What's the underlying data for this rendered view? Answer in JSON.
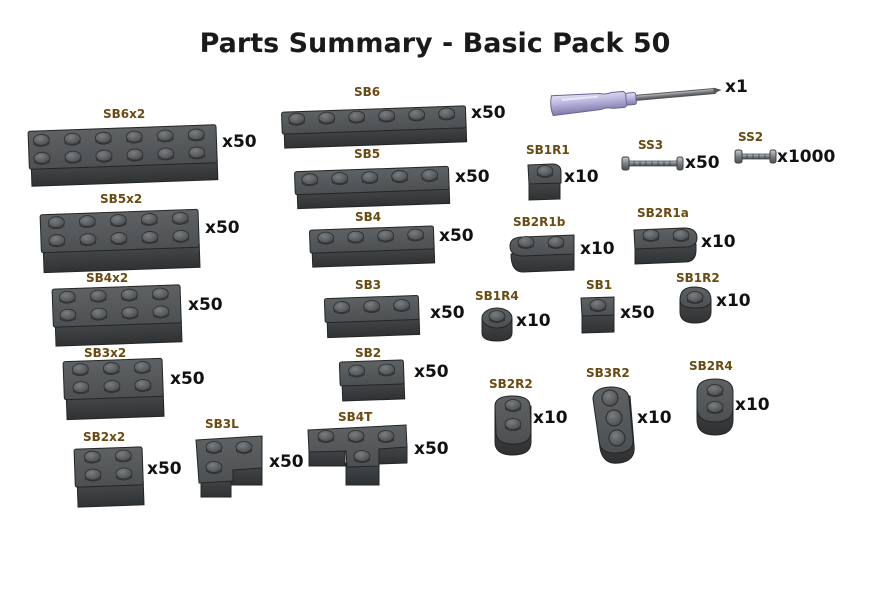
{
  "title": "Parts Summary - Basic Pack 50",
  "colors": {
    "brick_top": "#55585a",
    "brick_side": "#3c3f41",
    "brick_edge": "#232526",
    "stud": "#666a6c",
    "label": "#6b4a12",
    "quantity": "#111111"
  },
  "parts": [
    {
      "id": "sb6x2",
      "code": "SB6x2",
      "qty": "x50",
      "kind": "plate",
      "studs": [
        6,
        2
      ]
    },
    {
      "id": "sb5x2",
      "code": "SB5x2",
      "qty": "x50",
      "kind": "plate",
      "studs": [
        5,
        2
      ]
    },
    {
      "id": "sb4x2",
      "code": "SB4x2",
      "qty": "x50",
      "kind": "plate",
      "studs": [
        4,
        2
      ]
    },
    {
      "id": "sb3x2",
      "code": "SB3x2",
      "qty": "x50",
      "kind": "plate",
      "studs": [
        3,
        2
      ]
    },
    {
      "id": "sb2x2",
      "code": "SB2x2",
      "qty": "x50",
      "kind": "plate",
      "studs": [
        2,
        2
      ]
    },
    {
      "id": "sb3l",
      "code": "SB3L",
      "qty": "x50",
      "kind": "l-shape"
    },
    {
      "id": "sb6",
      "code": "SB6",
      "qty": "x50",
      "kind": "plate",
      "studs": [
        6,
        1
      ]
    },
    {
      "id": "sb5",
      "code": "SB5",
      "qty": "x50",
      "kind": "plate",
      "studs": [
        5,
        1
      ]
    },
    {
      "id": "sb4",
      "code": "SB4",
      "qty": "x50",
      "kind": "plate",
      "studs": [
        4,
        1
      ]
    },
    {
      "id": "sb3",
      "code": "SB3",
      "qty": "x50",
      "kind": "plate",
      "studs": [
        3,
        1
      ]
    },
    {
      "id": "sb2",
      "code": "SB2",
      "qty": "x50",
      "kind": "plate",
      "studs": [
        2,
        1
      ]
    },
    {
      "id": "sb4t",
      "code": "SB4T",
      "qty": "x50",
      "kind": "t-shape"
    },
    {
      "id": "sb1r1",
      "code": "SB1R1",
      "qty": "x10",
      "kind": "rounded-corner-1"
    },
    {
      "id": "sb2r1b",
      "code": "SB2R1b",
      "qty": "x10",
      "kind": "rounded-2"
    },
    {
      "id": "sb2r1a",
      "code": "SB2R1a",
      "qty": "x10",
      "kind": "rounded-2"
    },
    {
      "id": "sb1r4",
      "code": "SB1R4",
      "qty": "x10",
      "kind": "round-1"
    },
    {
      "id": "sb1",
      "code": "SB1",
      "qty": "x50",
      "kind": "plate",
      "studs": [
        1,
        1
      ]
    },
    {
      "id": "sb1r2",
      "code": "SB1R2",
      "qty": "x10",
      "kind": "round-1"
    },
    {
      "id": "sb2r2",
      "code": "SB2R2",
      "qty": "x10",
      "kind": "round-ended-2"
    },
    {
      "id": "sb3r2",
      "code": "SB3R2",
      "qty": "x10",
      "kind": "round-ended-3"
    },
    {
      "id": "sb2r4",
      "code": "SB2R4",
      "qty": "x10",
      "kind": "round-ended-2"
    },
    {
      "id": "screwdriver",
      "code": "",
      "qty": "x1",
      "kind": "screwdriver"
    },
    {
      "id": "ss3",
      "code": "SS3",
      "qty": "x50",
      "kind": "screw-long"
    },
    {
      "id": "ss2",
      "code": "SS2",
      "qty": "x1000",
      "kind": "screw-short"
    }
  ]
}
